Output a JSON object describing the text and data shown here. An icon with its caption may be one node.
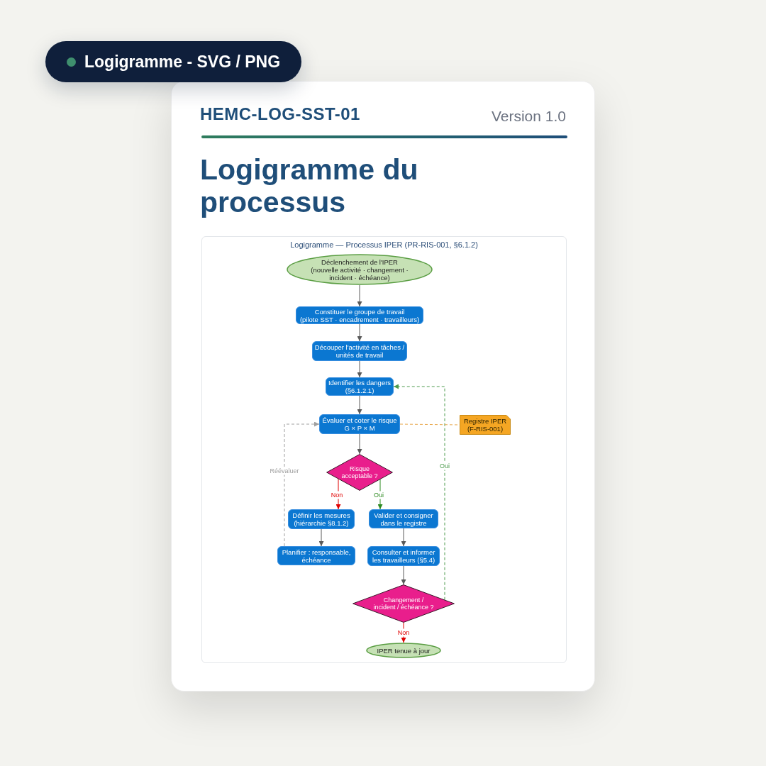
{
  "diagram": {
    "title": "Logigramme du processus",
    "nodes": [
      {
        "text": [
          "Logigramme — Processus IPER (PR-RIS-001, §6.1.2)"
        ]
      },
      {
        "text": [
          "Déclenchement de l'IPER (nouvelle activité · changement · incident · échéance)"
        ],
        "in": 0
      },
      {
        "text": [
          "Constituer le groupe de travail (pilote SST · encadrement · travailleurs)"
        ],
        "in": 0
      },
      {
        "text": [
          "Découper l'activité en tâches / unités de travail"
        ],
        "in": 0
      },
      {
        "text": [
          "Identifier les dangers (§6.1.2.1)"
        ],
        "in": 0
      },
      {
        "text": [
          "Évaluer et coter le risque G × P × M"
        ],
        "in": 0
      },
      {
        "text": [
          "Registre IPER (F-RIS-001)"
        ],
        "in": 0
      },
      {
        "text": [
          "Risque acceptable ?"
        ],
        "in": 0
      },
      {
        "text": [
          "Définir les mesures (hiérarchie §8.1.2)"
        ],
        "in": 0
      },
      {
        "text": [
          "Valider et consigner dans le registre"
        ],
        "in": 0
      },
      {
        "text": [
          "Planifier : responsable, échéance"
        ],
        "in": 0
      },
      {
        "text": [
          "Consulter et informer les travailleurs (§5.4)"
        ],
        "in": 0
      },
      {
        "text": [
          "Changement / incident / échéance ?"
        ],
        "in": 0
      },
      {
        "text": [
          "IPER tenue à jour"
        ],
        "in": 0
      }
    ],
    "edges": [
      {
        "from": 1,
        "to": 2,
        "arrow": "to"
      },
      {
        "from": 2,
        "to": 3,
        "arrow": "to"
      },
      {
        "from": 3,
        "to": 4,
        "arrow": "to"
      },
      {
        "from": 4,
        "to": 5,
        "arrow": "to"
      },
      {
        "from": 5,
        "to": 7,
        "arrow": "to"
      },
      {
        "from": 7,
        "to": 8,
        "arrow": "to",
        "label": "Non",
        "color": "#e00000"
      },
      {
        "from": 7,
        "to": 9,
        "arrow": "to",
        "label": "Oui",
        "color": "#2e8b22"
      },
      {
        "from": 8,
        "to": 10,
        "arrow": "to"
      },
      {
        "from": 10,
        "to": 5,
        "arrow": "to",
        "label": "Réévaluer",
        "style": "dashed",
        "color": "#a0a0a0"
      },
      {
        "from": 9,
        "to": 11,
        "arrow": "to"
      },
      {
        "from": 11,
        "to": 12,
        "arrow": "to"
      },
      {
        "from": 12,
        "to": 4,
        "arrow": "to",
        "label": "Oui",
        "style": "dashed",
        "color": "#4c9a4c"
      },
      {
        "from": 12,
        "to": 13,
        "arrow": "to",
        "label": "Non",
        "color": "#e00000"
      },
      {
        "from": 5,
        "to": 6,
        "arrow": "none",
        "style": "dashed",
        "color": "#e9a94f"
      }
    ],
    "labels": [
      "Logigramme - SVG / PNG",
      "HEMC-LOG-SST-01",
      "Version 1.0"
    ]
  }
}
